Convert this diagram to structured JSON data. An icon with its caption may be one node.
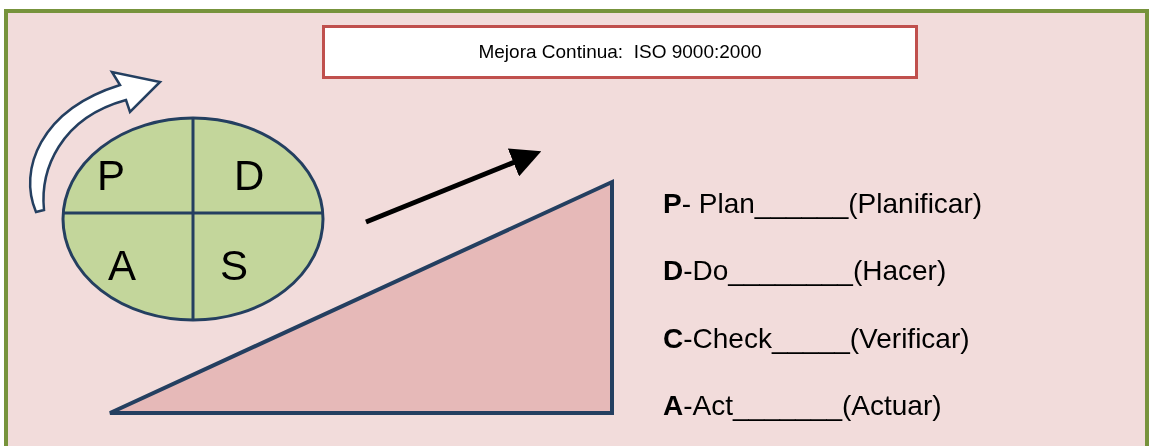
{
  "diagram": {
    "title": "Mejora Continua:  ISO 9000:2000",
    "labels": [
      "P",
      "D",
      "A",
      "S",
      "**P**- Plan______(Planificar)",
      "**D**-Do________(Hacer)",
      "**C**-Check_____(Verificar)",
      "**A**-Act_______(Actuar)"
    ]
  }
}
